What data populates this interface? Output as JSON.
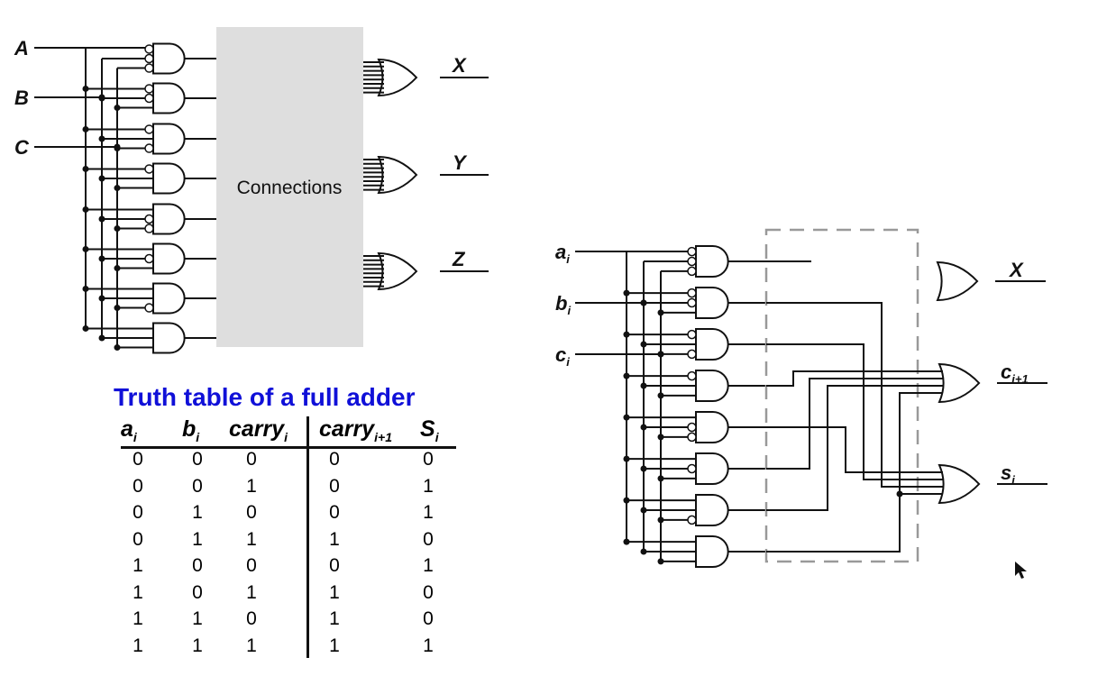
{
  "left_circuit": {
    "inputs": [
      "A",
      "B",
      "C"
    ],
    "connections_label": "Connections",
    "outputs": [
      "X",
      "Y",
      "Z"
    ],
    "and_gate_count": 8
  },
  "right_circuit": {
    "inputs": [
      {
        "name": "a",
        "sub": "i"
      },
      {
        "name": "b",
        "sub": "i"
      },
      {
        "name": "c",
        "sub": "i"
      }
    ],
    "outputs": [
      {
        "name": "X",
        "sub": ""
      },
      {
        "name": "c",
        "sub": "i+1"
      },
      {
        "name": "s",
        "sub": "i"
      }
    ],
    "carry_minterms": [
      3,
      5,
      6,
      7
    ],
    "sum_minterms": [
      1,
      2,
      4,
      7
    ]
  },
  "truth_table": {
    "title": "Truth table of a full adder",
    "headers": [
      {
        "name": "a",
        "sub": "i"
      },
      {
        "name": "b",
        "sub": "i"
      },
      {
        "name": "carry",
        "sub": "i"
      },
      {
        "name": "carry",
        "sub": "i+1"
      },
      {
        "name": "S",
        "sub": "i"
      }
    ],
    "rows": [
      [
        "0",
        "0",
        "0",
        "0",
        "0"
      ],
      [
        "0",
        "0",
        "1",
        "0",
        "1"
      ],
      [
        "0",
        "1",
        "0",
        "0",
        "1"
      ],
      [
        "0",
        "1",
        "1",
        "1",
        "0"
      ],
      [
        "1",
        "0",
        "0",
        "0",
        "1"
      ],
      [
        "1",
        "0",
        "1",
        "1",
        "0"
      ],
      [
        "1",
        "1",
        "0",
        "1",
        "0"
      ],
      [
        "1",
        "1",
        "1",
        "1",
        "1"
      ]
    ]
  },
  "icons": {
    "cursor": "mouse-pointer-icon"
  }
}
